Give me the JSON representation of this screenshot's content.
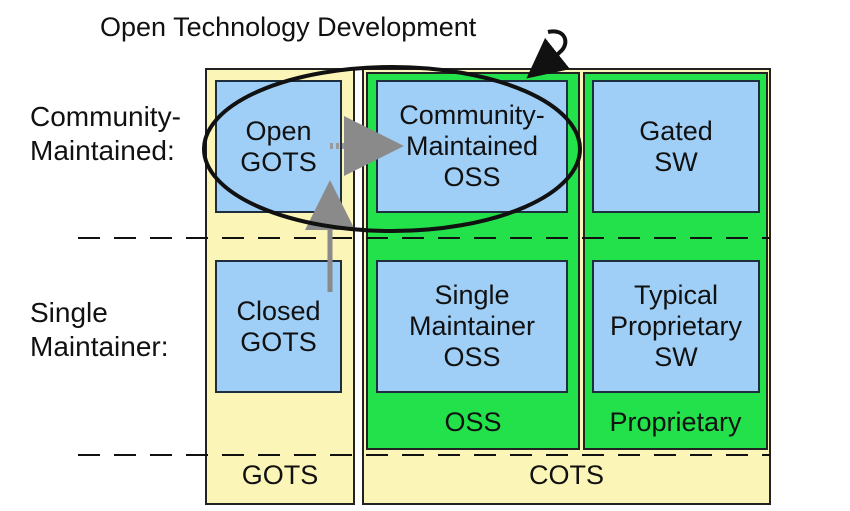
{
  "title": "Open Technology Development",
  "rows": {
    "community": "Community-\nMaintained:",
    "single": "Single\nMaintainer:"
  },
  "boxes": {
    "open_gots": "Open\nGOTS",
    "community_oss": "Community-\nMaintained\nOSS",
    "gated_sw": "Gated\nSW",
    "closed_gots": "Closed\nGOTS",
    "single_oss": "Single\nMaintainer\nOSS",
    "proprietary_sw": "Typical\nProprietary\nSW"
  },
  "columns": {
    "oss": "OSS",
    "proprietary": "Proprietary",
    "gots": "GOTS",
    "cots": "COTS"
  },
  "colors": {
    "gots_bg": "#fbf5b8",
    "green_bg": "#23e14a",
    "box_bg": "#9fcff7"
  }
}
